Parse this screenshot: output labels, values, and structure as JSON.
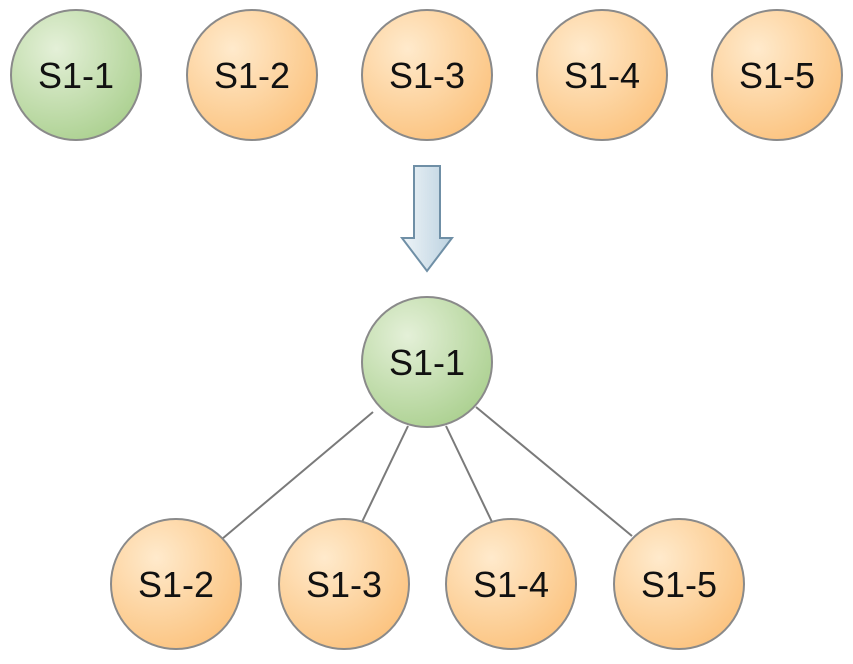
{
  "diagram": {
    "top_row": [
      {
        "id": "n1",
        "label": "S1-1",
        "state": "root"
      },
      {
        "id": "n2",
        "label": "S1-2",
        "state": "child"
      },
      {
        "id": "n3",
        "label": "S1-3",
        "state": "child"
      },
      {
        "id": "n4",
        "label": "S1-4",
        "state": "child"
      },
      {
        "id": "n5",
        "label": "S1-5",
        "state": "child"
      }
    ],
    "arrow": {
      "direction": "down"
    },
    "tree": {
      "root": {
        "label": "S1-1",
        "state": "root"
      },
      "children": [
        {
          "label": "S1-2",
          "state": "child"
        },
        {
          "label": "S1-3",
          "state": "child"
        },
        {
          "label": "S1-4",
          "state": "child"
        },
        {
          "label": "S1-5",
          "state": "child"
        }
      ]
    },
    "colors": {
      "root_light": "#e4f0d8",
      "root_dark": "#a9cf8d",
      "child_light": "#ffeacc",
      "child_dark": "#fbc17b",
      "node_stroke": "#8a8a8a",
      "edge": "#7a7a7a",
      "arrow_light": "#eef4f8",
      "arrow_dark": "#bcd2e0",
      "arrow_stroke": "#6f8fa6"
    }
  }
}
